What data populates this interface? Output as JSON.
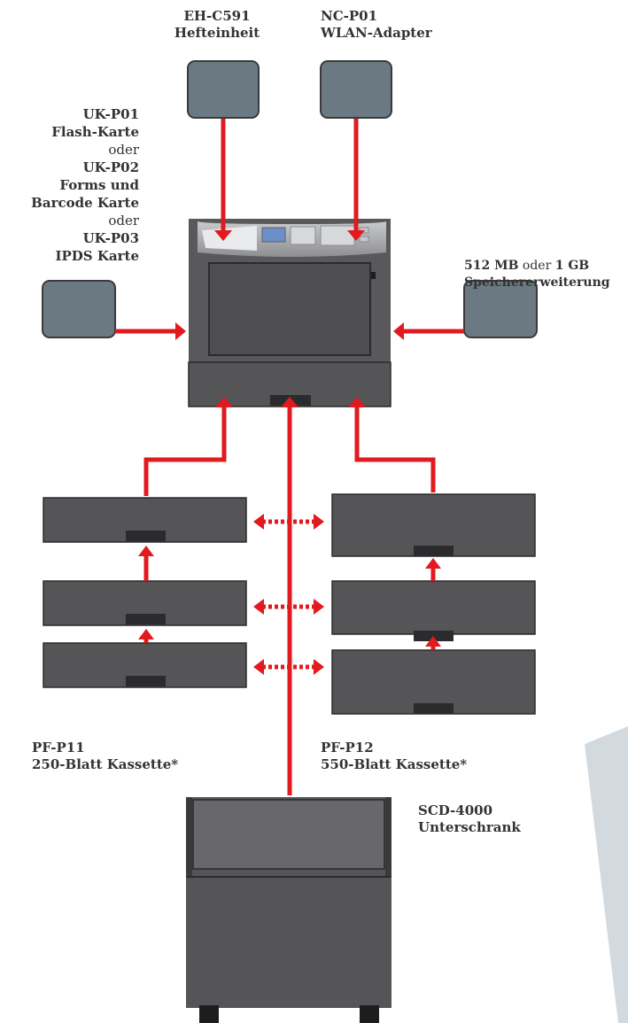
{
  "colors": {
    "arrow": "#e2191e",
    "module": "#6b7a82",
    "tray": "#555456",
    "printer_body": "#59585b",
    "backdrop": "#d2d9df"
  },
  "modules": {
    "stapler": {
      "code": "EH-C591",
      "name": "Hefteinheit"
    },
    "wlan": {
      "code": "NC-P01",
      "name": "WLAN-Adapter"
    },
    "cards": {
      "flash_code": "UK-P01",
      "flash_name": "Flash-Karte",
      "or1": "oder",
      "forms_code": "UK-P02",
      "forms_name_1": "Forms und",
      "forms_name_2": "Barcode Karte",
      "or2": "oder",
      "ipds_code": "UK-P03",
      "ipds_name": "IPDS Karte"
    },
    "memory": {
      "opt1": "512 MB",
      "or": "oder",
      "opt2": "1 GB",
      "name": "Speichererweiterung"
    }
  },
  "cassettes": {
    "small": {
      "code": "PF-P11",
      "name": "250-Blatt Kassette*"
    },
    "large": {
      "code": "PF-P12",
      "name": "550-Blatt Kassette*"
    }
  },
  "cabinet": {
    "code": "SCD-4000",
    "name": "Unterschrank"
  }
}
